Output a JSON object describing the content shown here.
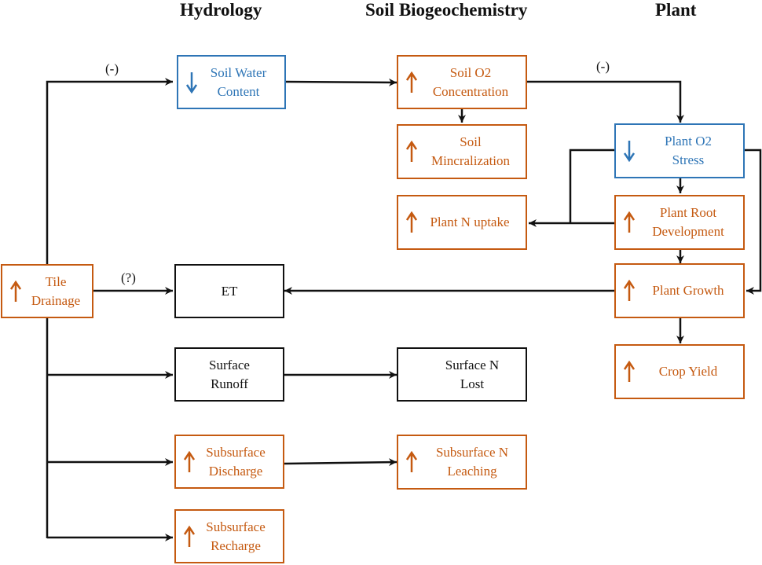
{
  "headers": {
    "hydrology": "Hydrology",
    "soil_biogeochemistry": "Soil Biogeochemistry",
    "plant": "Plant"
  },
  "colors": {
    "increase": "#c55a11",
    "decrease": "#2e75b6",
    "neutral": "#111111"
  },
  "nodes": {
    "tile_drainage": {
      "label": "Tile\nDrainage",
      "trend": "up",
      "trend_icon": "up-arrow-icon"
    },
    "soil_water_content": {
      "label": "Soil Water\nContent",
      "trend": "down",
      "trend_icon": "down-arrow-icon"
    },
    "et": {
      "label": "ET",
      "trend": "none"
    },
    "surface_runoff": {
      "label": "Surface\nRunoff",
      "trend": "none"
    },
    "subsurface_discharge": {
      "label": "Subsurface\nDischarge",
      "trend": "up",
      "trend_icon": "up-arrow-icon"
    },
    "subsurface_recharge": {
      "label": "Subsurface\nRecharge",
      "trend": "up",
      "trend_icon": "up-arrow-icon"
    },
    "soil_o2_concentration": {
      "label": "Soil O2\nConcentration",
      "trend": "up",
      "trend_icon": "up-arrow-icon"
    },
    "soil_mineralization": {
      "label": "Soil\nMincralization",
      "trend": "up",
      "trend_icon": "up-arrow-icon"
    },
    "plant_n_uptake": {
      "label": "Plant N uptake",
      "trend": "up",
      "trend_icon": "up-arrow-icon"
    },
    "surface_n_lost": {
      "label": "Surface N\nLost",
      "trend": "none"
    },
    "subsurface_n_leaching": {
      "label": "Subsurface N\nLeaching",
      "trend": "up",
      "trend_icon": "up-arrow-icon"
    },
    "plant_o2_stress": {
      "label": "Plant O2\nStress",
      "trend": "down",
      "trend_icon": "down-arrow-icon"
    },
    "plant_root_development": {
      "label": "Plant Root\nDevelopment",
      "trend": "up",
      "trend_icon": "up-arrow-icon"
    },
    "plant_growth": {
      "label": "Plant Growth",
      "trend": "up",
      "trend_icon": "up-arrow-icon"
    },
    "crop_yield": {
      "label": "Crop Yield",
      "trend": "up",
      "trend_icon": "up-arrow-icon"
    }
  },
  "edges": [
    {
      "from": "tile_drainage",
      "to": "soil_water_content",
      "label": "(-)"
    },
    {
      "from": "tile_drainage",
      "to": "et",
      "label": "(?)"
    },
    {
      "from": "tile_drainage",
      "to": "surface_runoff",
      "label": ""
    },
    {
      "from": "tile_drainage",
      "to": "subsurface_discharge",
      "label": ""
    },
    {
      "from": "tile_drainage",
      "to": "subsurface_recharge",
      "label": ""
    },
    {
      "from": "soil_water_content",
      "to": "soil_o2_concentration",
      "label": ""
    },
    {
      "from": "soil_o2_concentration",
      "to": "soil_mineralization",
      "label": ""
    },
    {
      "from": "soil_o2_concentration",
      "to": "plant_o2_stress",
      "label": "(-)"
    },
    {
      "from": "plant_o2_stress",
      "to": "plant_n_uptake",
      "label": ""
    },
    {
      "from": "plant_o2_stress",
      "to": "plant_root_development",
      "label": ""
    },
    {
      "from": "plant_o2_stress",
      "to": "plant_growth",
      "label": ""
    },
    {
      "from": "plant_root_development",
      "to": "plant_n_uptake",
      "label": ""
    },
    {
      "from": "plant_root_development",
      "to": "plant_growth",
      "label": ""
    },
    {
      "from": "plant_growth",
      "to": "et",
      "label": ""
    },
    {
      "from": "plant_growth",
      "to": "crop_yield",
      "label": ""
    },
    {
      "from": "surface_runoff",
      "to": "surface_n_lost",
      "label": ""
    },
    {
      "from": "subsurface_discharge",
      "to": "subsurface_n_leaching",
      "label": ""
    }
  ]
}
